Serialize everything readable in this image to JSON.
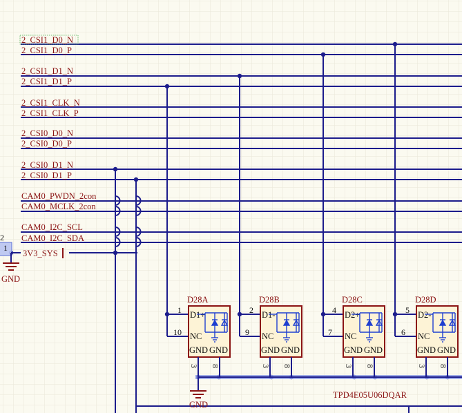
{
  "colors": {
    "background": "#fbfaf0",
    "grid": "#e9e7d8",
    "wire": "#1c1c8c",
    "net_label": "#8b1414",
    "component_outline": "#8b1414",
    "component_fill": "#fdf3d6",
    "pin_text": "#111111",
    "diode": "#1f3fd0",
    "highlight_bus": "#8f9fe6",
    "highlight_box": "#b9c4f2"
  },
  "net_labels": {
    "csi1_d0_n": "2_CSI1_D0_N",
    "csi1_d0_p": "2_CSI1_D0_P",
    "csi1_d1_n": "2_CSI1_D1_N",
    "csi1_d1_p": "2_CSI1_D1_P",
    "csi1_clk_n": "2_CSI1_CLK_N",
    "csi1_clk_p": "2_CSI1_CLK_P",
    "csi0_d0_n": "2_CSI0_D0_N",
    "csi0_d0_p": "2_CSI0_D0_P",
    "csi0_d1_n": "2_CSI0_D1_N",
    "csi0_d1_p": "2_CSI0_D1_P",
    "cam0_pwdn": "CAM0_PWDN_2con",
    "cam0_mclk": "CAM0_MCLK_2con",
    "cam0_i2c_scl": "CAM0_I2C_SCL",
    "cam0_i2c_sda": "CAM0_I2C_SDA",
    "power": "3V3_SYS"
  },
  "left_edge": {
    "pin2": "2",
    "pin1": "1",
    "gnd": "GND"
  },
  "ground_bottom": "GND",
  "part_number": "TPD4E05U06DQAR",
  "components": [
    {
      "ref": "D28A",
      "top_pin_num": "1",
      "top_pin_name": "D1+",
      "bot_pin_num": "10",
      "nc": "NC",
      "gnd1": "GND",
      "gnd2": "GND",
      "gnd1_num": "3",
      "gnd2_num": "8"
    },
    {
      "ref": "D28B",
      "top_pin_num": "2",
      "top_pin_name": "D1-",
      "bot_pin_num": "9",
      "nc": "NC",
      "gnd1": "GND",
      "gnd2": "GND",
      "gnd1_num": "3",
      "gnd2_num": "8"
    },
    {
      "ref": "D28C",
      "top_pin_num": "4",
      "top_pin_name": "D2+",
      "bot_pin_num": "7",
      "nc": "NC",
      "gnd1": "GND",
      "gnd2": "GND",
      "gnd1_num": "3",
      "gnd2_num": "8"
    },
    {
      "ref": "D28D",
      "top_pin_num": "5",
      "top_pin_name": "D2-",
      "bot_pin_num": "6",
      "nc": "NC",
      "gnd1": "GND",
      "gnd2": "GND",
      "gnd1_num": "3",
      "gnd2_num": "8"
    }
  ]
}
